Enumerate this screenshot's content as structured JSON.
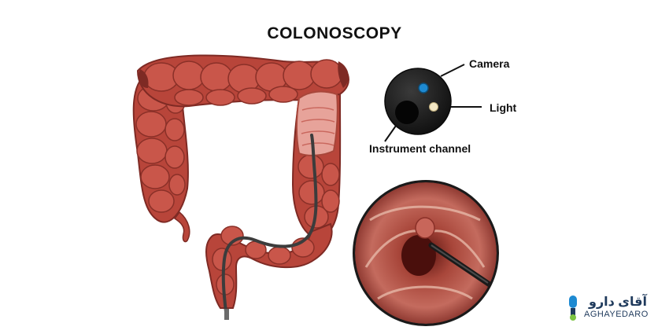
{
  "diagram": {
    "title": "COLONOSCOPY",
    "labels": {
      "camera": "Camera",
      "light": "Light",
      "instrument_channel": "Instrument channel"
    },
    "logo": {
      "name_fa": "آقای دارو",
      "name_en": "AGHAYEDARO"
    }
  },
  "colors": {
    "colon": "#b8453a",
    "colon_dark": "#7e2a24",
    "colon_light": "#d9736a",
    "scope": "#3c3c3c",
    "scope_head": "#1f1f1f",
    "camera_lens": "#1e8ad2",
    "light_led": "#f3e7c4",
    "logo_blue": "#1f3a5c"
  }
}
